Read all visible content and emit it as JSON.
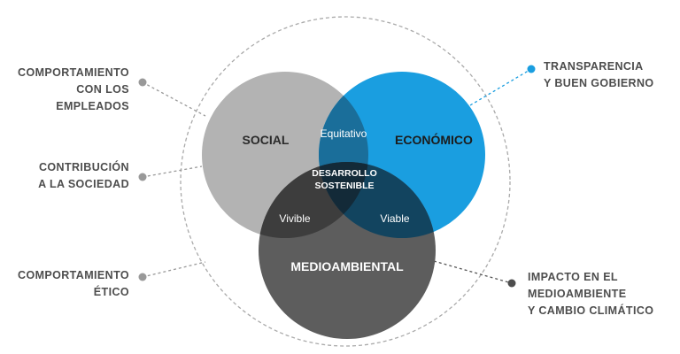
{
  "circles": {
    "social": {
      "label": "SOCIAL",
      "color": "#b3b3b3"
    },
    "economico": {
      "label": "ECONÓMICO",
      "color": "#1a9ee0"
    },
    "medioambiental": {
      "label": "MEDIOAMBIENTAL",
      "color": "#5d5d5d"
    }
  },
  "overlaps": {
    "social_economico": {
      "label": "Equitativo",
      "color": "#1a6e9a"
    },
    "social_medioambiental": {
      "label": "Vivible",
      "color": "#3d3d3d"
    },
    "economico_medioambiental": {
      "label": "Viable",
      "color": "#12445f"
    },
    "center": {
      "line1": "DESARROLLO",
      "line2": "SOSTENIBLE",
      "color": "#132a38"
    }
  },
  "aspects_left": [
    {
      "lines": [
        "COMPORTAMIENTO",
        "CON LOS",
        "EMPLEADOS"
      ]
    },
    {
      "lines": [
        "CONTRIBUCIÓN",
        "A LA SOCIEDAD"
      ]
    },
    {
      "lines": [
        "COMPORTAMIENTO",
        "ÉTICO"
      ]
    }
  ],
  "aspects_right": [
    {
      "lines": [
        "TRANSPARENCIA",
        "Y BUEN GOBIERNO"
      ],
      "dot_color": "#1a9ee0"
    },
    {
      "lines": [
        "IMPACTO EN EL",
        "MEDIOAMBIENTE",
        "Y CAMBIO CLIMÁTICO"
      ],
      "dot_color": "#4d4d4d"
    }
  ],
  "colors": {
    "outer_ring": "#aaaaaa",
    "connector_gray": "#999999",
    "label_text": "#4d4d4d"
  }
}
